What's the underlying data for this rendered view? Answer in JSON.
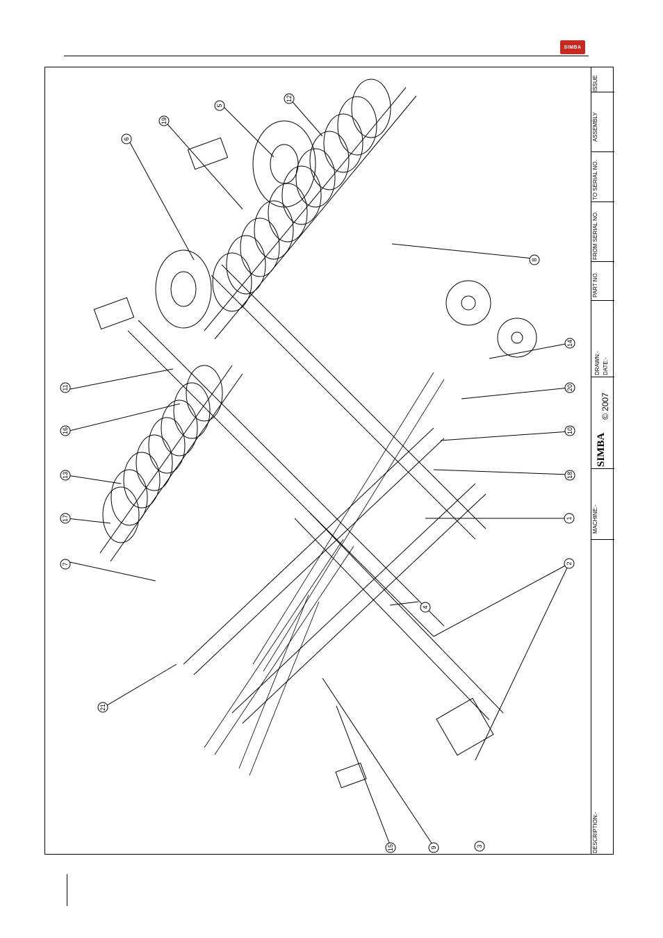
{
  "header": {
    "brand": "SIMBA"
  },
  "title_block": {
    "issue": "ISSUE",
    "assembly": "ASSEMBLY",
    "to_serial": "TO SERIAL NO.",
    "from_serial": "FROM SERIAL NO.",
    "part_no": "PART NO.",
    "drawn": "DRAWN:-",
    "date": "DATE:-",
    "logo_text": "SIMBA",
    "copyright": "© 2007",
    "machine": "MACHINE:-",
    "description": "DESCRIPTION:-"
  },
  "callouts": [
    "1",
    "2",
    "3",
    "4",
    "5",
    "6",
    "7",
    "8",
    "9",
    "10",
    "11",
    "12",
    "13",
    "14",
    "15",
    "16",
    "17",
    "18",
    "19",
    "20",
    "21"
  ]
}
